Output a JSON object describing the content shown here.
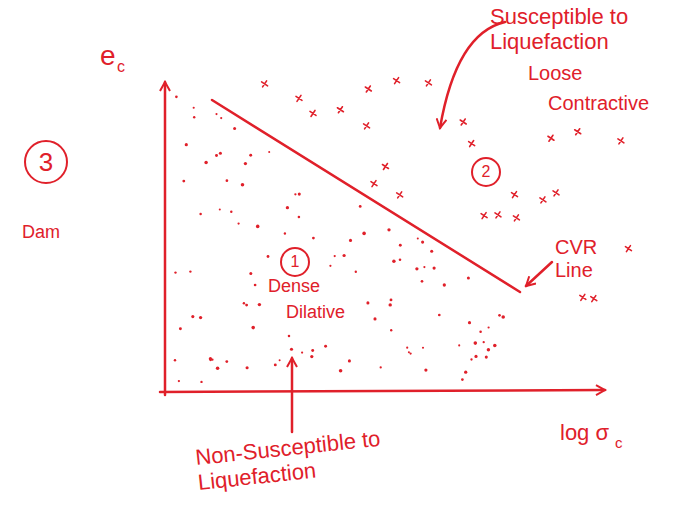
{
  "diagram": {
    "nodes": [
      {
        "text": [
          "3"
        ]
      },
      {
        "text": [
          "1"
        ]
      },
      {
        "text": [
          "2"
        ]
      }
    ],
    "labels": [
      "Susceptible to Liquefaction",
      "Loose",
      "Contractive",
      "e",
      "c",
      "Dam",
      "Dense",
      "Dilative",
      "CVR Line",
      "Non-Susceptible to Liquefaction",
      "log σ",
      "c"
    ]
  }
}
